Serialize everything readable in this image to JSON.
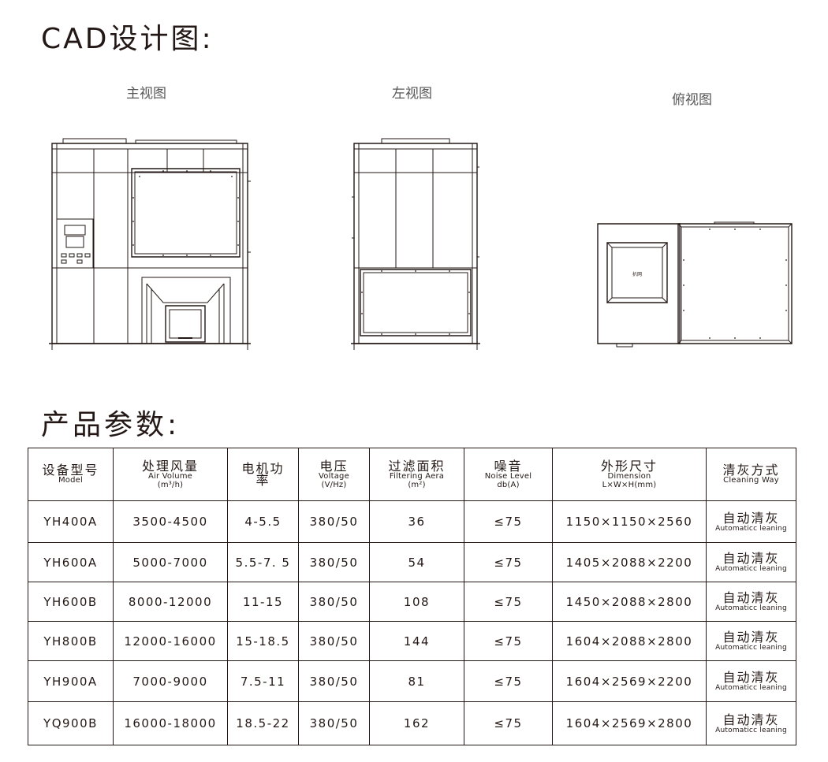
{
  "sections": {
    "cad_title": "CAD设计图:",
    "params_title": "产品参数:"
  },
  "views": {
    "front": "主视图",
    "left": "左视图",
    "top": "俯视图",
    "top_plate_text": "扒网"
  },
  "table": {
    "headers": [
      {
        "zh": "设备型号",
        "en": "Model",
        "unit": ""
      },
      {
        "zh": "处理风量",
        "en": "Air Volume",
        "unit": "(m³/h)"
      },
      {
        "zh": "电机功",
        "en": "率",
        "unit": ""
      },
      {
        "zh": "电压",
        "en": "Voltage",
        "unit": "(V/Hz)"
      },
      {
        "zh": "过滤面积",
        "en": "Filtering Aera",
        "unit": "(m²)"
      },
      {
        "zh": "噪音",
        "en": "Noise Level",
        "unit": "db(A)"
      },
      {
        "zh": "外形尺寸",
        "en": "Dimension",
        "unit": "L×W×H(mm)"
      },
      {
        "zh": "清灰方式",
        "en": "Cleaning Way",
        "unit": ""
      }
    ],
    "rows": [
      {
        "model": "YH400A",
        "air": "3500-4500",
        "power": "4-5.5",
        "voltage": "380/50",
        "area": "36",
        "noise": "≤75",
        "dim": "1150×1150×2560",
        "clean_zh": "自动清灰",
        "clean_en": "Automaticc leaning"
      },
      {
        "model": "YH600A",
        "air": "5000-7000",
        "power": "5.5-7. 5",
        "voltage": "380/50",
        "area": "54",
        "noise": "≤75",
        "dim": "1405×2088×2200",
        "clean_zh": "自动清灰",
        "clean_en": "Automaticc leaning"
      },
      {
        "model": "YH600B",
        "air": "8000-12000",
        "power": "11-15",
        "voltage": "380/50",
        "area": "108",
        "noise": "≤75",
        "dim": "1450×2088×2800",
        "clean_zh": "自动清灰",
        "clean_en": "Automaticc leaning"
      },
      {
        "model": "YH800B",
        "air": "12000-16000",
        "power": "15-18.5",
        "voltage": "380/50",
        "area": "144",
        "noise": "≤75",
        "dim": "1604×2088×2800",
        "clean_zh": "自动清灰",
        "clean_en": "Automaticc leaning"
      },
      {
        "model": "YH900A",
        "air": "7000-9000",
        "power": "7.5-11",
        "voltage": "380/50",
        "area": "81",
        "noise": "≤75",
        "dim": "1604×2569×2200",
        "clean_zh": "自动清灰",
        "clean_en": "Automaticc leaning"
      },
      {
        "model": "YQ900B",
        "air": "16000-18000",
        "power": "18.5-22",
        "voltage": "380/50",
        "area": "162",
        "noise": "≤75",
        "dim": "1604×2569×2800",
        "clean_zh": "自动清灰",
        "clean_en": "Automaticc leaning"
      }
    ]
  }
}
